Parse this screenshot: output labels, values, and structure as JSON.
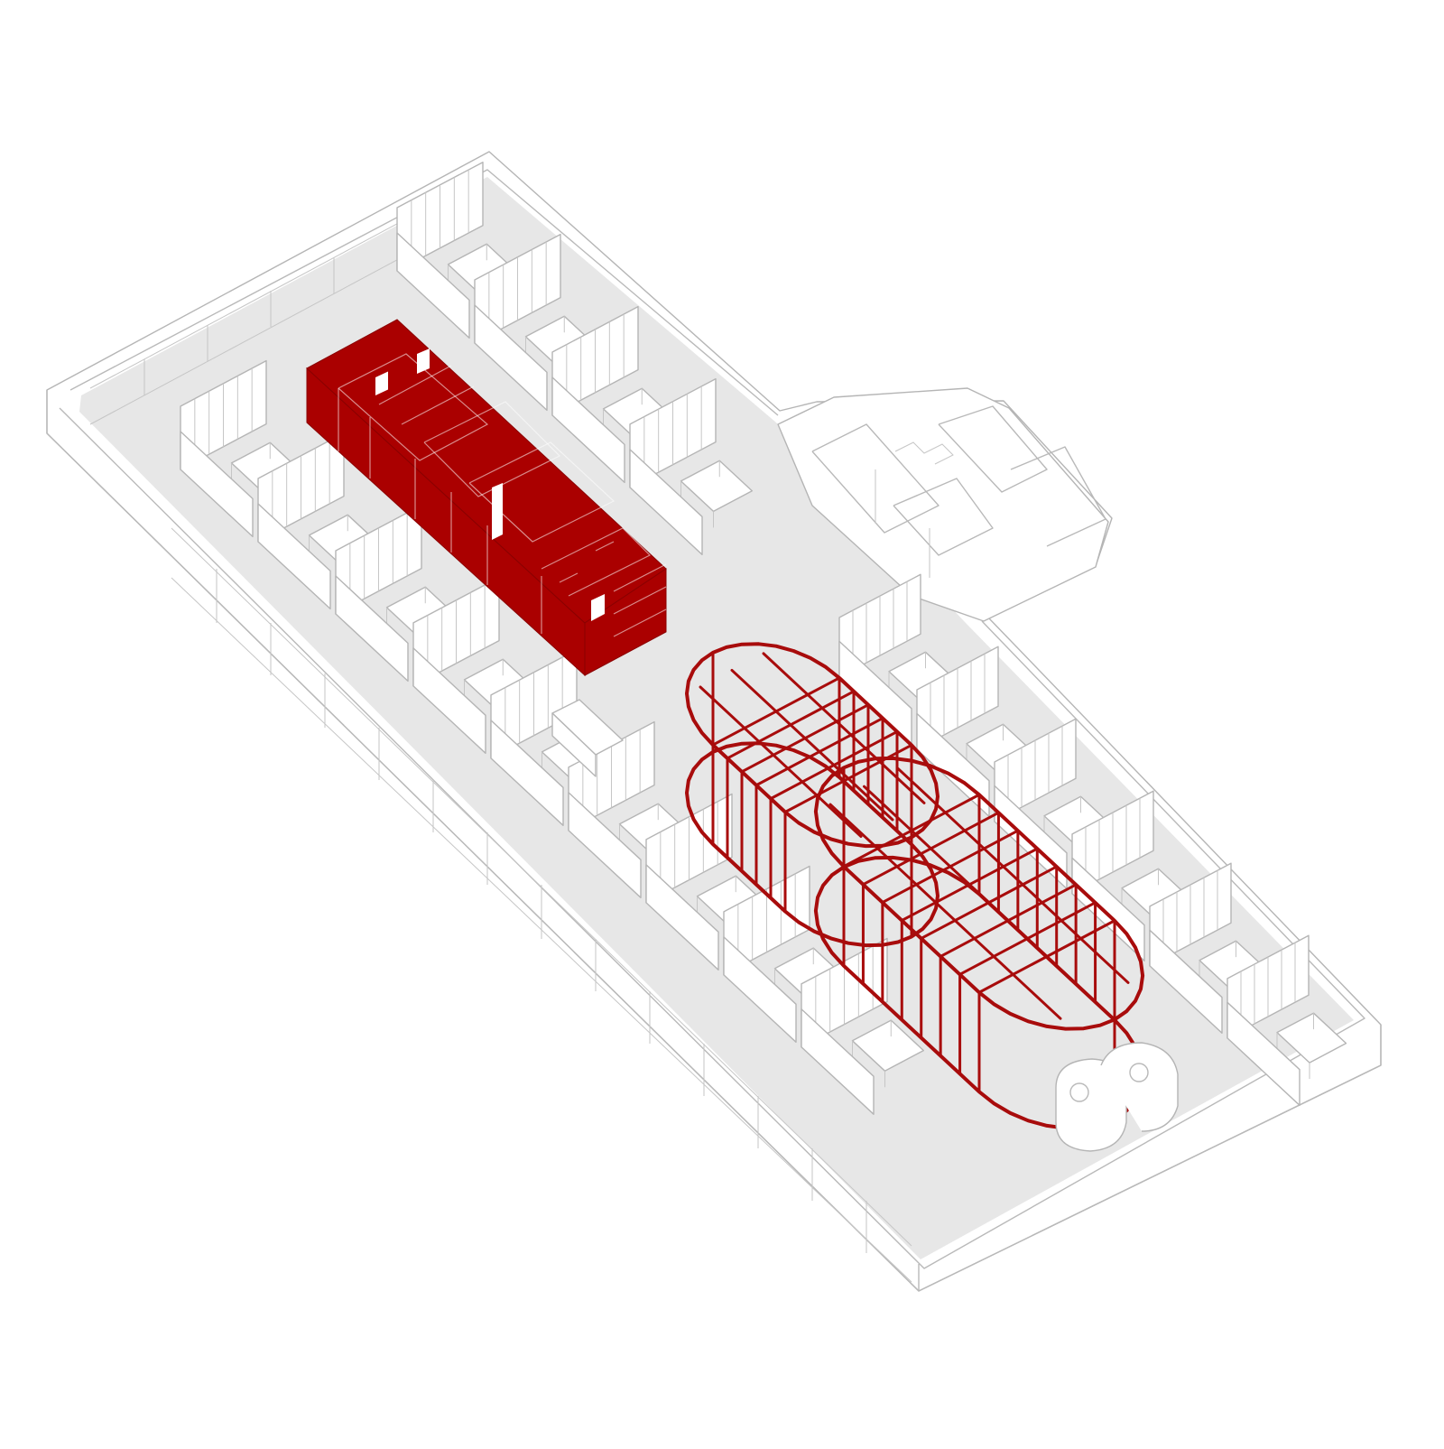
{
  "diagram": {
    "kind": "isometric floor plan",
    "colors": {
      "background": "#ffffff",
      "floor": "#e7e7e7",
      "linework": "#b9b9b9",
      "accent_solid": "#aa0000",
      "accent_frame": "#a80c0c"
    },
    "elements": [
      "building-shell",
      "office-cubicles-left-row",
      "office-cubicles-right-row",
      "red-solid-core-block",
      "red-frame-pod-1",
      "red-frame-pod-2",
      "stair-annex",
      "lounge-seating"
    ]
  }
}
